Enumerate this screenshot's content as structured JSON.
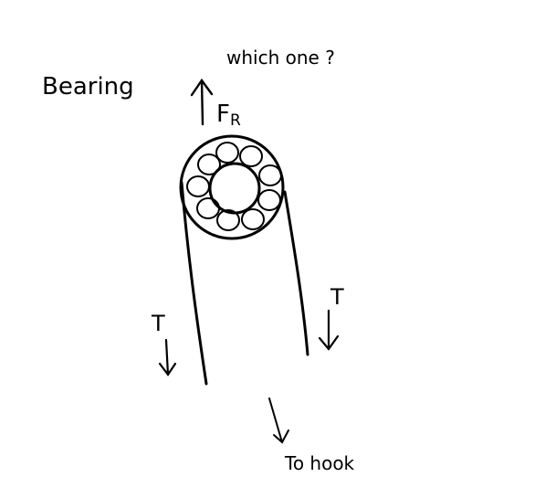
{
  "labels": {
    "bearing": "Bearing",
    "question": "which one ?",
    "force_main": "F",
    "force_sub": "R",
    "tension_left": "T",
    "tension_right": "T",
    "to_hook": "To hook"
  },
  "colors": {
    "ink": "#000000",
    "background": "#ffffff"
  }
}
